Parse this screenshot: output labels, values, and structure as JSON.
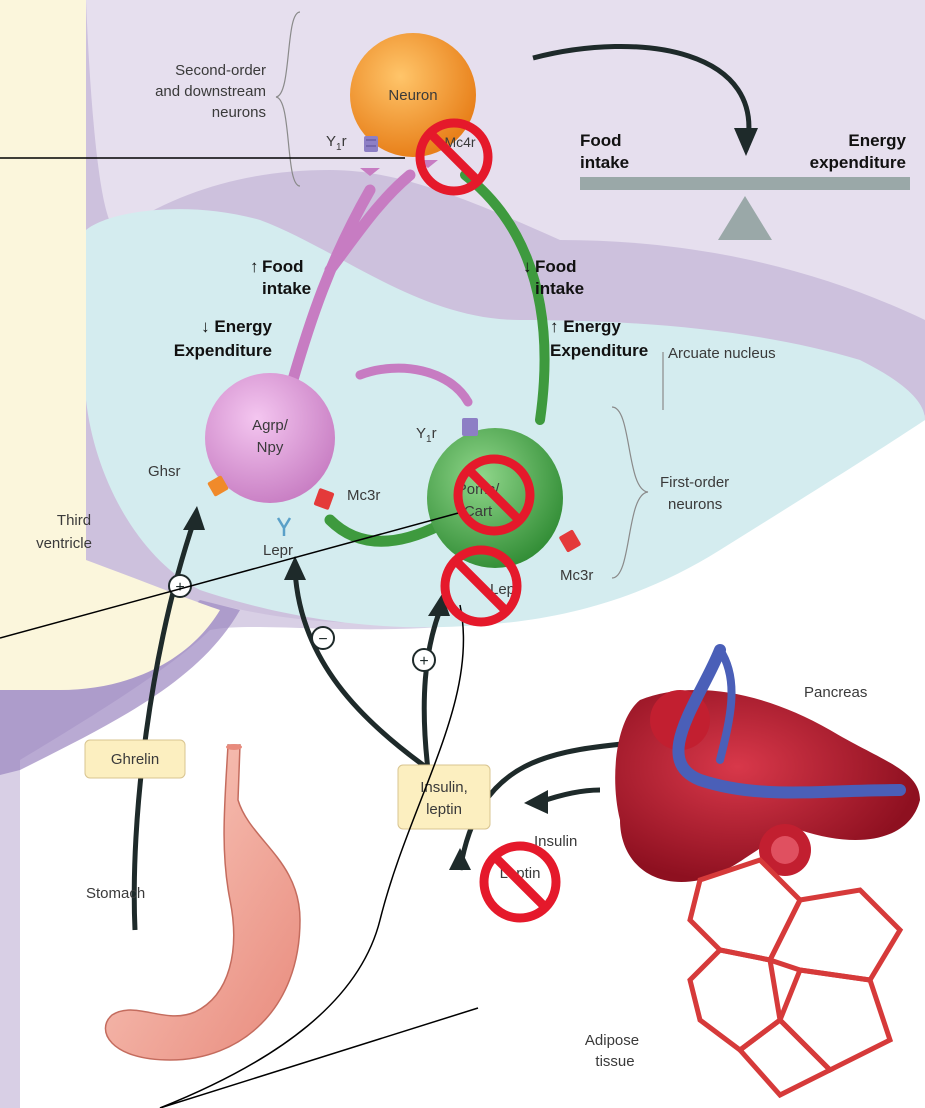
{
  "labels": {
    "second_order_line1": "Second-order",
    "second_order_line2": "and downstream",
    "second_order_line3": "neurons",
    "neuron": "Neuron",
    "mc4r": "Mc4r",
    "y1r_top": "Y",
    "y1r_top_sub": "1",
    "y1r_top_r": "r",
    "food_intake_balance_1": "Food",
    "food_intake_balance_2": "intake",
    "energy_expenditure_balance_1": "Energy",
    "energy_expenditure_balance_2": "expenditure",
    "left_up_food_1": "Food",
    "left_up_food_2": "intake",
    "left_down_energy_1": "↓ Energy",
    "left_down_energy_2": "Expenditure",
    "right_down_food_1": "Food",
    "right_down_food_2": "intake",
    "right_up_energy_1": "↑ Energy",
    "right_up_energy_2": "Expenditure",
    "arcuate_nucleus": "Arcuate nucleus",
    "agrp_1": "Agrp/",
    "agrp_2": "Npy",
    "y1r_mid": "Y",
    "y1r_mid_sub": "1",
    "y1r_mid_r": "r",
    "ghsr": "Ghsr",
    "mc3r_left": "Mc3r",
    "lepr_left": "Lepr",
    "pomc_1": "Pomc/",
    "pomc_2": "Cart",
    "lepr_right": "Lepr",
    "mc3r_right": "Mc3r",
    "first_order_1": "First-order",
    "first_order_2": "neurons",
    "third_ventricle_1": "Third",
    "third_ventricle_2": "ventricle",
    "plus_sign": "+",
    "minus_sign": "−",
    "ghrelin": "Ghrelin",
    "insulin_leptin_1": "Insulin,",
    "insulin_leptin_2": "leptin",
    "pancreas": "Pancreas",
    "insulin": "Insulin",
    "stomach": "Stomach",
    "leptin": "Leptin",
    "adipose_1": "Adipose",
    "adipose_2": "tissue"
  },
  "colors": {
    "brain_background": "#e6dfee",
    "hypothalamus_purple": "#b8a8d0",
    "arcuate_blue": "#d4ecef",
    "ventricle_cream": "#fbf6dc",
    "neuron_orange": "#f29a2e",
    "agrp_pink": "#d58ad0",
    "pomc_green": "#3e9a3e",
    "box_yellow": "#fcefc0",
    "prohibition_red": "#e5192b",
    "arrow_dark": "#1e2a2a",
    "balance_gray": "#9aa8a8"
  },
  "icons": {
    "prohibition": "no-symbol-icon",
    "receptor": "receptor-icon",
    "plus": "plus-circle-icon",
    "minus": "minus-circle-icon"
  }
}
